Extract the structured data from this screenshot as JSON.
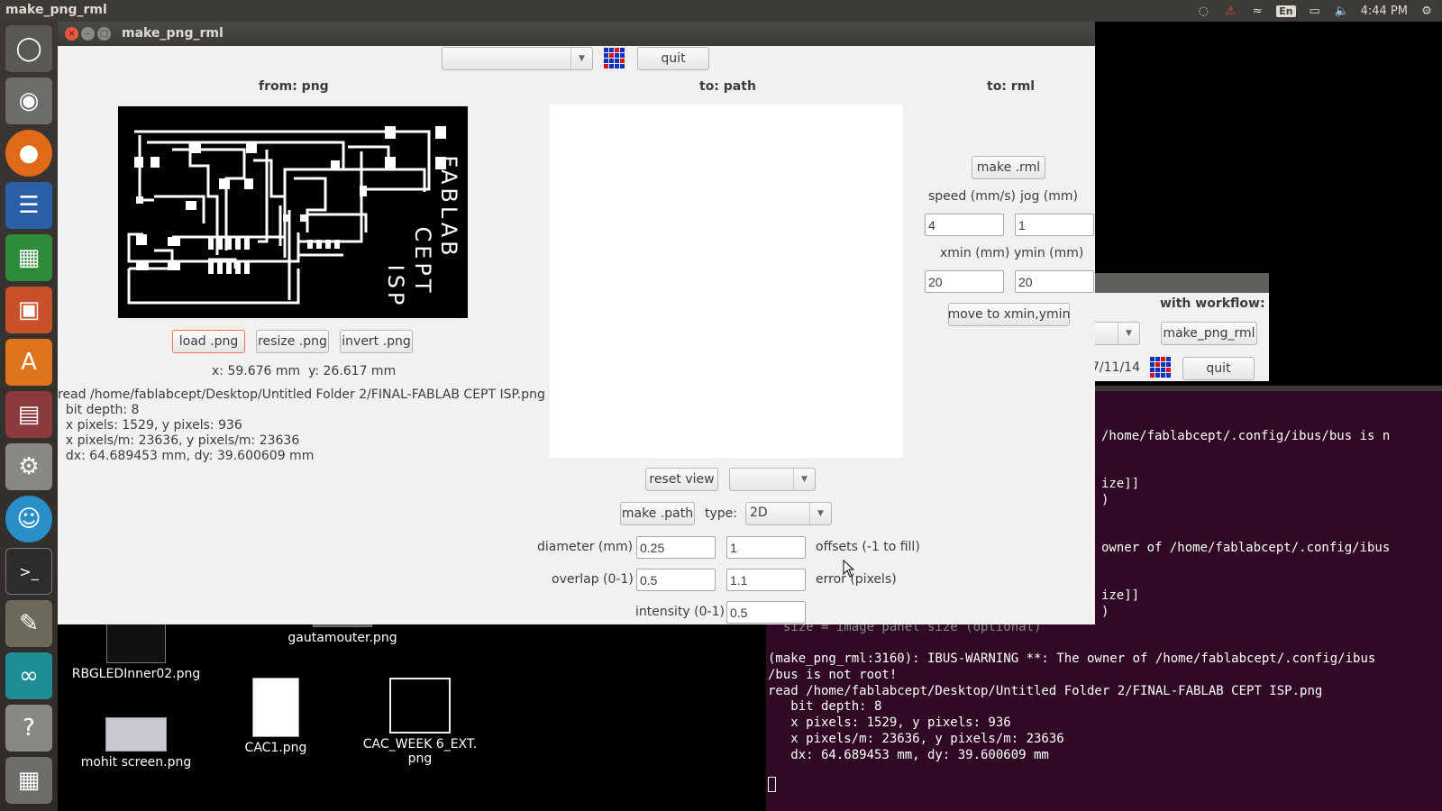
{
  "topbar": {
    "app_title": "make_png_rml",
    "keyboard_layout": "En",
    "time": "4:44 PM"
  },
  "window": {
    "title": "make_png_rml",
    "workflow_combo_value": "",
    "quit_label": "quit"
  },
  "from_png": {
    "header": "from: png",
    "load_label": "load .png",
    "resize_label": "resize .png",
    "invert_label": "invert .png",
    "coords": "x: 59.676 mm  y: 26.617 mm",
    "pcb_text": [
      "FABLAB",
      "CEPT",
      "ISP"
    ],
    "info": [
      "read /home/fablabcept/Desktop/Untitled Folder 2/FINAL-FABLAB CEPT ISP.png",
      "  bit depth: 8",
      "  x pixels: 1529, y pixels: 936",
      "  x pixels/m: 23636, y pixels/m: 23636",
      "  dx: 64.689453 mm, dy: 39.600609 mm"
    ]
  },
  "to_path": {
    "header": "to: path",
    "reset_view_label": "reset view",
    "view_combo_value": "",
    "make_path_label": "make .path",
    "type_label": "type:",
    "type_value": "2D",
    "diameter_label": "diameter (mm)",
    "diameter_value": "0.25",
    "offsets_value": "1",
    "offsets_label": "offsets (-1 to fill)",
    "overlap_label": "overlap (0-1)",
    "overlap_value": "0.5",
    "error_value": "1.1",
    "error_label": "error (pixels)",
    "intensity_label": "intensity (0-1)",
    "intensity_value": "0.5"
  },
  "to_rml": {
    "header": "to: rml",
    "make_rml_label": "make .rml",
    "speed_label": "speed (mm/s)",
    "jog_label": "jog (mm)",
    "speed_value": "4",
    "jog_value": "1",
    "xmin_label": "xmin (mm)",
    "ymin_label": "ymin (mm)",
    "xmin_value": "20",
    "ymin_value": "20",
    "move_label": "move to xmin,ymin"
  },
  "bg_window": {
    "workflow_label": "with workflow:",
    "workflow_button": "make_png_rml",
    "date_fragment": "7/11/14",
    "quit_label": "quit"
  },
  "desktop_icons": [
    {
      "label": "RBGLEDInner02.png"
    },
    {
      "label": "gautamouter.png"
    },
    {
      "label": "CAC1.png"
    },
    {
      "label": "CAC_WEEK 6_EXT.\npng"
    },
    {
      "label": "mohit screen.png"
    }
  ],
  "terminal": {
    "lines": [
      "/home/fablabcept/.config/ibus/bus is n",
      "ize]]",
      ")",
      "owner of /home/fablabcept/.config/ibus",
      "ize]]",
      ")",
      "  size = image panel size (optional)",
      "(make_png_rml:3160): IBUS-WARNING **: The owner of /home/fablabcept/.config/ibus",
      "/bus is not root!",
      "read /home/fablabcept/Desktop/Untitled Folder 2/FINAL-FABLAB CEPT ISP.png",
      "   bit depth: 8",
      "   x pixels: 1529, y pixels: 936",
      "   x pixels/m: 23636, y pixels/m: 23636",
      "   dx: 64.689453 mm, dy: 39.600609 mm"
    ]
  },
  "colors": {
    "panel_bg": "#3c3b37",
    "window_bg": "#f2f1f0",
    "terminal_bg": "#300a24",
    "close_button": "#e9573f",
    "logo_red": "#e01010",
    "logo_blue": "#1030c0"
  },
  "launcher_icons": [
    "ubuntu-dash-icon",
    "camera-icon",
    "firefox-icon",
    "writer-icon",
    "calc-icon",
    "impress-icon",
    "software-center-icon",
    "files-icon",
    "settings-icon",
    "empathy-icon",
    "terminal-icon",
    "gimp-icon",
    "arduino-icon",
    "help-icon",
    "workspace-icon"
  ]
}
